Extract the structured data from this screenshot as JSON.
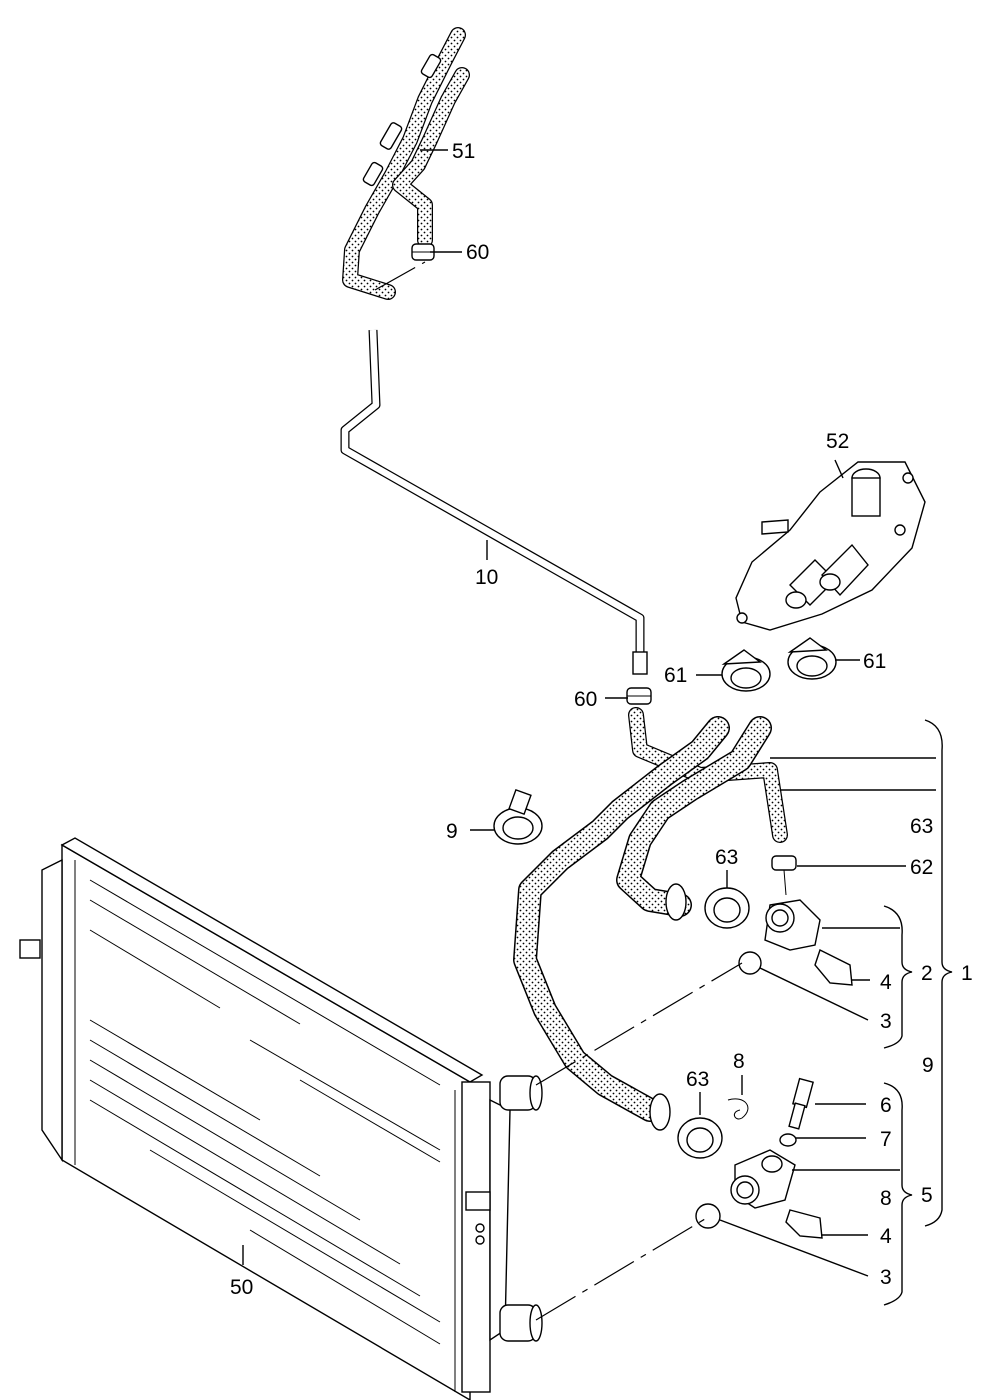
{
  "diagram": {
    "labels": {
      "n51": "51",
      "n60a": "60",
      "n10": "10",
      "n52": "52",
      "n61a": "61",
      "n61b": "61",
      "n60b": "60",
      "n9": "9",
      "n63a": "63",
      "n63b": "63",
      "n62": "62",
      "n1": "1",
      "n2": "2",
      "n4a": "4",
      "n3a": "3",
      "n9b": "9",
      "n8a": "8",
      "n63c": "63",
      "n6": "6",
      "n7": "7",
      "n8b": "8",
      "n5": "5",
      "n4b": "4",
      "n3b": "3",
      "n50": "50"
    }
  }
}
